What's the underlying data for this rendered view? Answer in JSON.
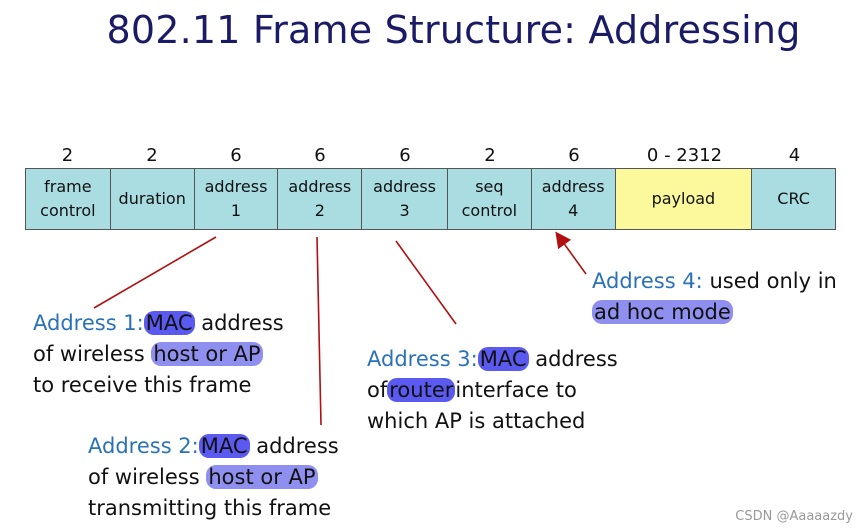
{
  "title": "802.11 Frame Structure: Addressing",
  "fields": [
    {
      "size": "2",
      "label": "frame\ncontrol",
      "width": 85
    },
    {
      "size": "2",
      "label": "duration",
      "width": 84
    },
    {
      "size": "6",
      "label": "address\n1",
      "width": 84
    },
    {
      "size": "6",
      "label": "address\n2",
      "width": 84
    },
    {
      "size": "6",
      "label": "address\n3",
      "width": 86
    },
    {
      "size": "2",
      "label": "seq\ncontrol",
      "width": 84
    },
    {
      "size": "6",
      "label": "address\n4",
      "width": 84
    },
    {
      "size": "0 - 2312",
      "label": "payload",
      "width": 137
    },
    {
      "size": "4",
      "label": "CRC",
      "width": 83
    }
  ],
  "annotations": {
    "addr1": {
      "label": "Address 1:",
      "mac": "MAC",
      "rest1": "address",
      "line2a": "of wireless",
      "line2hl": "host or AP",
      "line3": "to receive this frame"
    },
    "addr2": {
      "label": "Address 2:",
      "mac": "MAC",
      "rest1": "address",
      "line2a": "of wireless",
      "line2hl": "host or AP",
      "line3": "transmitting this frame"
    },
    "addr3": {
      "label": "Address 3:",
      "mac": "MAC",
      "rest1": "address",
      "line2a": "of",
      "line2hl": "router",
      "line2b": "interface to",
      "line3": "which AP is attached"
    },
    "addr4": {
      "label": "Address 4:",
      "rest1": "used only in",
      "line2hl": "ad hoc mode"
    }
  },
  "watermark": "CSDN @Aaaaazdy",
  "colors": {
    "field": "#a9dde2",
    "payload": "#fbf99c",
    "title": "#1a1a66",
    "label": "#2a72b8",
    "highlight": "#8f8ff0",
    "arrow": "#b01010"
  }
}
